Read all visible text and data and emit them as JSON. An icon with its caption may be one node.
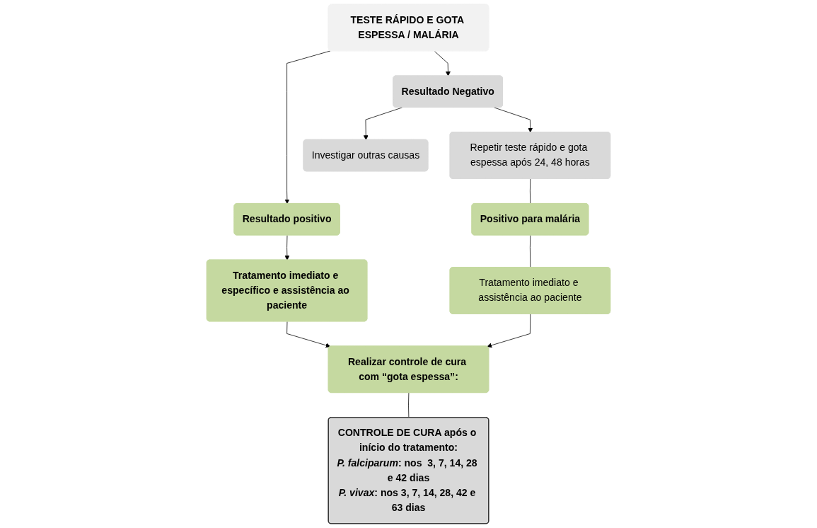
{
  "diagram": {
    "nodes": [
      {
        "text": [
          "TESTE RÁPIDO E GOTA ESPESSA / MALÁRIA"
        ]
      },
      {
        "text": [
          "Resultado positivo"
        ]
      },
      {
        "text": [
          "Resultado Negativo"
        ]
      },
      {
        "text": [
          "Tratamento imediato e específico e assistência ao paciente"
        ]
      },
      {
        "text": [
          "Investigar outras causas"
        ]
      },
      {
        "text": [
          "Repetir teste rápido e gota espessa após 24, 48 horas"
        ]
      },
      {
        "text": [
          "Realizar controle de cura com “gota espessa”:"
        ]
      },
      {
        "text": [
          "Positivo para malária"
        ]
      },
      {
        "text": [
          "Tratamento imediato e assistência ao paciente"
        ]
      },
      {
        "text": [
          "CONTROLE DE CURA após o início do tratamento:",
          "*P. falciparum*: nos  3, 7, 14, 28 e 42 dias",
          "*P. vivax*: nos 3, 7, 14, 28, 42 e 63 dias"
        ]
      }
    ],
    "edges": [
      {
        "from": 0,
        "to": 1,
        "arrow": "to"
      },
      {
        "from": 0,
        "to": 2,
        "arrow": "to"
      },
      {
        "from": 1,
        "to": 3,
        "arrow": "to"
      },
      {
        "from": 3,
        "to": 6,
        "arrow": "to"
      },
      {
        "from": 2,
        "to": 4,
        "arrow": "to"
      },
      {
        "from": 2,
        "to": 5,
        "arrow": "to"
      },
      {
        "from": 5,
        "to": 7,
        "arrow": "none"
      },
      {
        "from": 7,
        "to": 8,
        "arrow": "none"
      },
      {
        "from": 8,
        "to": 6,
        "arrow": "to"
      },
      {
        "from": 6,
        "to": 9,
        "arrow": "none"
      }
    ]
  }
}
